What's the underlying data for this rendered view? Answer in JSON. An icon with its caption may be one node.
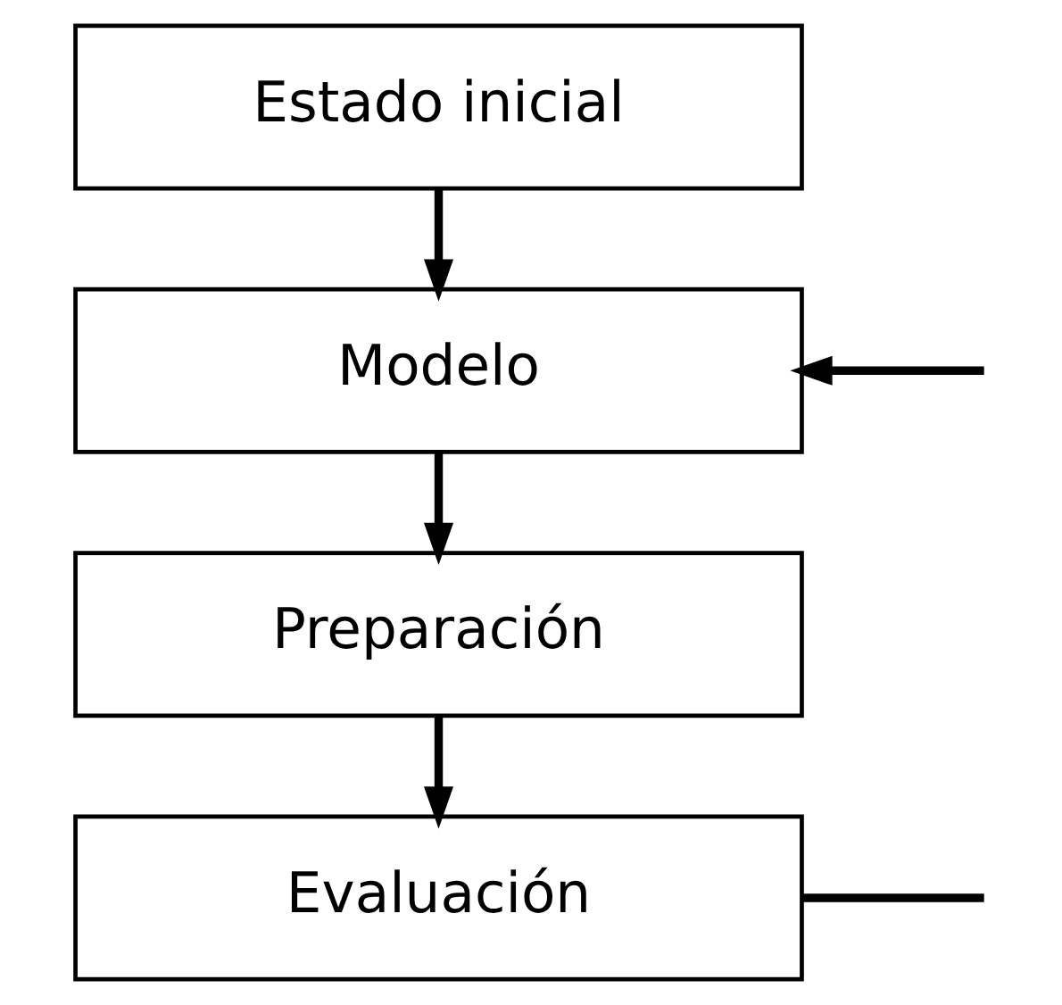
{
  "diagram": {
    "nodes": [
      {
        "text": [
          "Estado inicial"
        ]
      },
      {
        "text": [
          "Modelo"
        ]
      },
      {
        "text": [
          "Preparación"
        ]
      },
      {
        "text": [
          "Evaluación"
        ]
      }
    ],
    "edges": [
      {
        "from": 0,
        "to": 1,
        "arrow": "to"
      },
      {
        "from": 1,
        "to": 2,
        "arrow": "to"
      },
      {
        "from": 2,
        "to": 3,
        "arrow": "to"
      },
      {
        "from": null,
        "to": 1,
        "arrow": "to"
      },
      {
        "from": 3,
        "to": null,
        "arrow": "none"
      }
    ]
  }
}
